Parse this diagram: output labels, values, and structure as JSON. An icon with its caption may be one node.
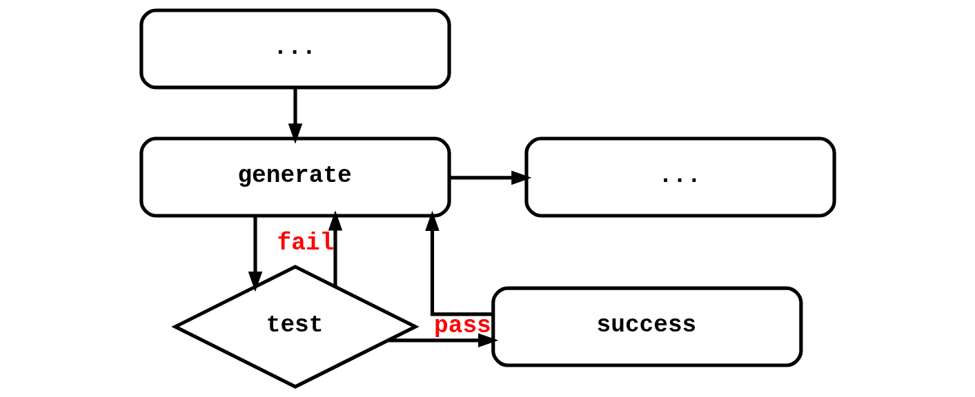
{
  "diagram": {
    "nodes": [
      {
        "text": [
          "..."
        ]
      },
      {
        "text": [
          "generate"
        ]
      },
      {
        "text": [
          "..."
        ]
      },
      {
        "text": [
          "success"
        ]
      },
      {
        "text": [
          "test"
        ]
      }
    ],
    "edges": [
      {
        "from": 0,
        "to": 1,
        "arrow": "to"
      },
      {
        "from": 3,
        "to": 1,
        "arrow": "to"
      },
      {
        "from": 4,
        "to": 1,
        "arrow": "to",
        "label": "fail"
      },
      {
        "from": 1,
        "to": 2,
        "arrow": "to"
      },
      {
        "from": 1,
        "to": 4,
        "arrow": "to"
      },
      {
        "from": 4,
        "to": 3,
        "arrow": "to",
        "label": "pass"
      }
    ]
  }
}
